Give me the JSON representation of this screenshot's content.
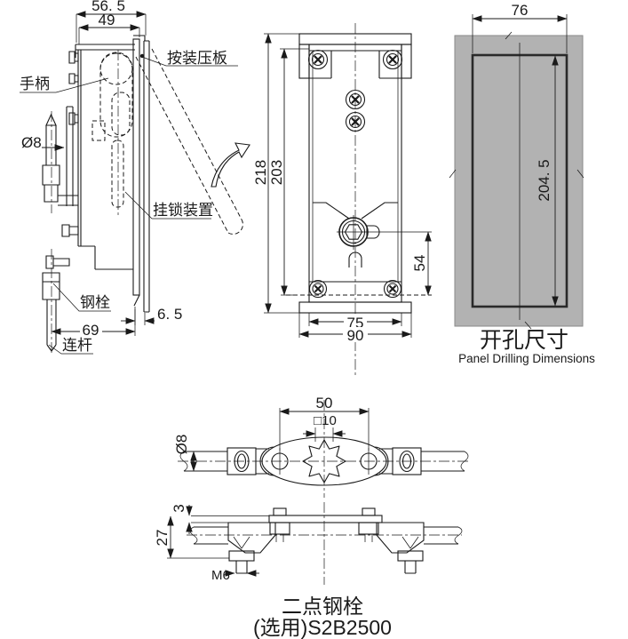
{
  "side_view": {
    "dim_total_width": "56. 5",
    "dim_body_width": "49",
    "dim_rod_dia": "Ø8",
    "dim_plate_offset": "6. 5",
    "dim_rod_span": "69",
    "label_handle": "手柄",
    "label_mounting_plate": "按装压板",
    "label_padlock_device": "挂锁装置",
    "label_steel_bolt": "钢栓",
    "label_link_rod": "连杆"
  },
  "front_view": {
    "dim_total_height": "218",
    "dim_inner_height": "203",
    "dim_bolt_offset": "54",
    "dim_inner_width": "75",
    "dim_total_width": "90"
  },
  "panel_view": {
    "dim_cutout_width": "76",
    "dim_cutout_height": "204. 5",
    "caption_zh": "开孔尺寸",
    "caption_en": "Panel Drilling Dimensions"
  },
  "bolt_view": {
    "dim_center_span": "50",
    "dim_square": "□10",
    "dim_rod_dia": "Ø8",
    "dim_bar_thickness": "3",
    "dim_height": "27",
    "dim_thread": "M6",
    "caption_zh": "二点钢栓",
    "caption_model": "(选用)S2B2500"
  },
  "colors": {
    "line": "#1a1a1a",
    "panel_gray": "#b2b2b2"
  }
}
